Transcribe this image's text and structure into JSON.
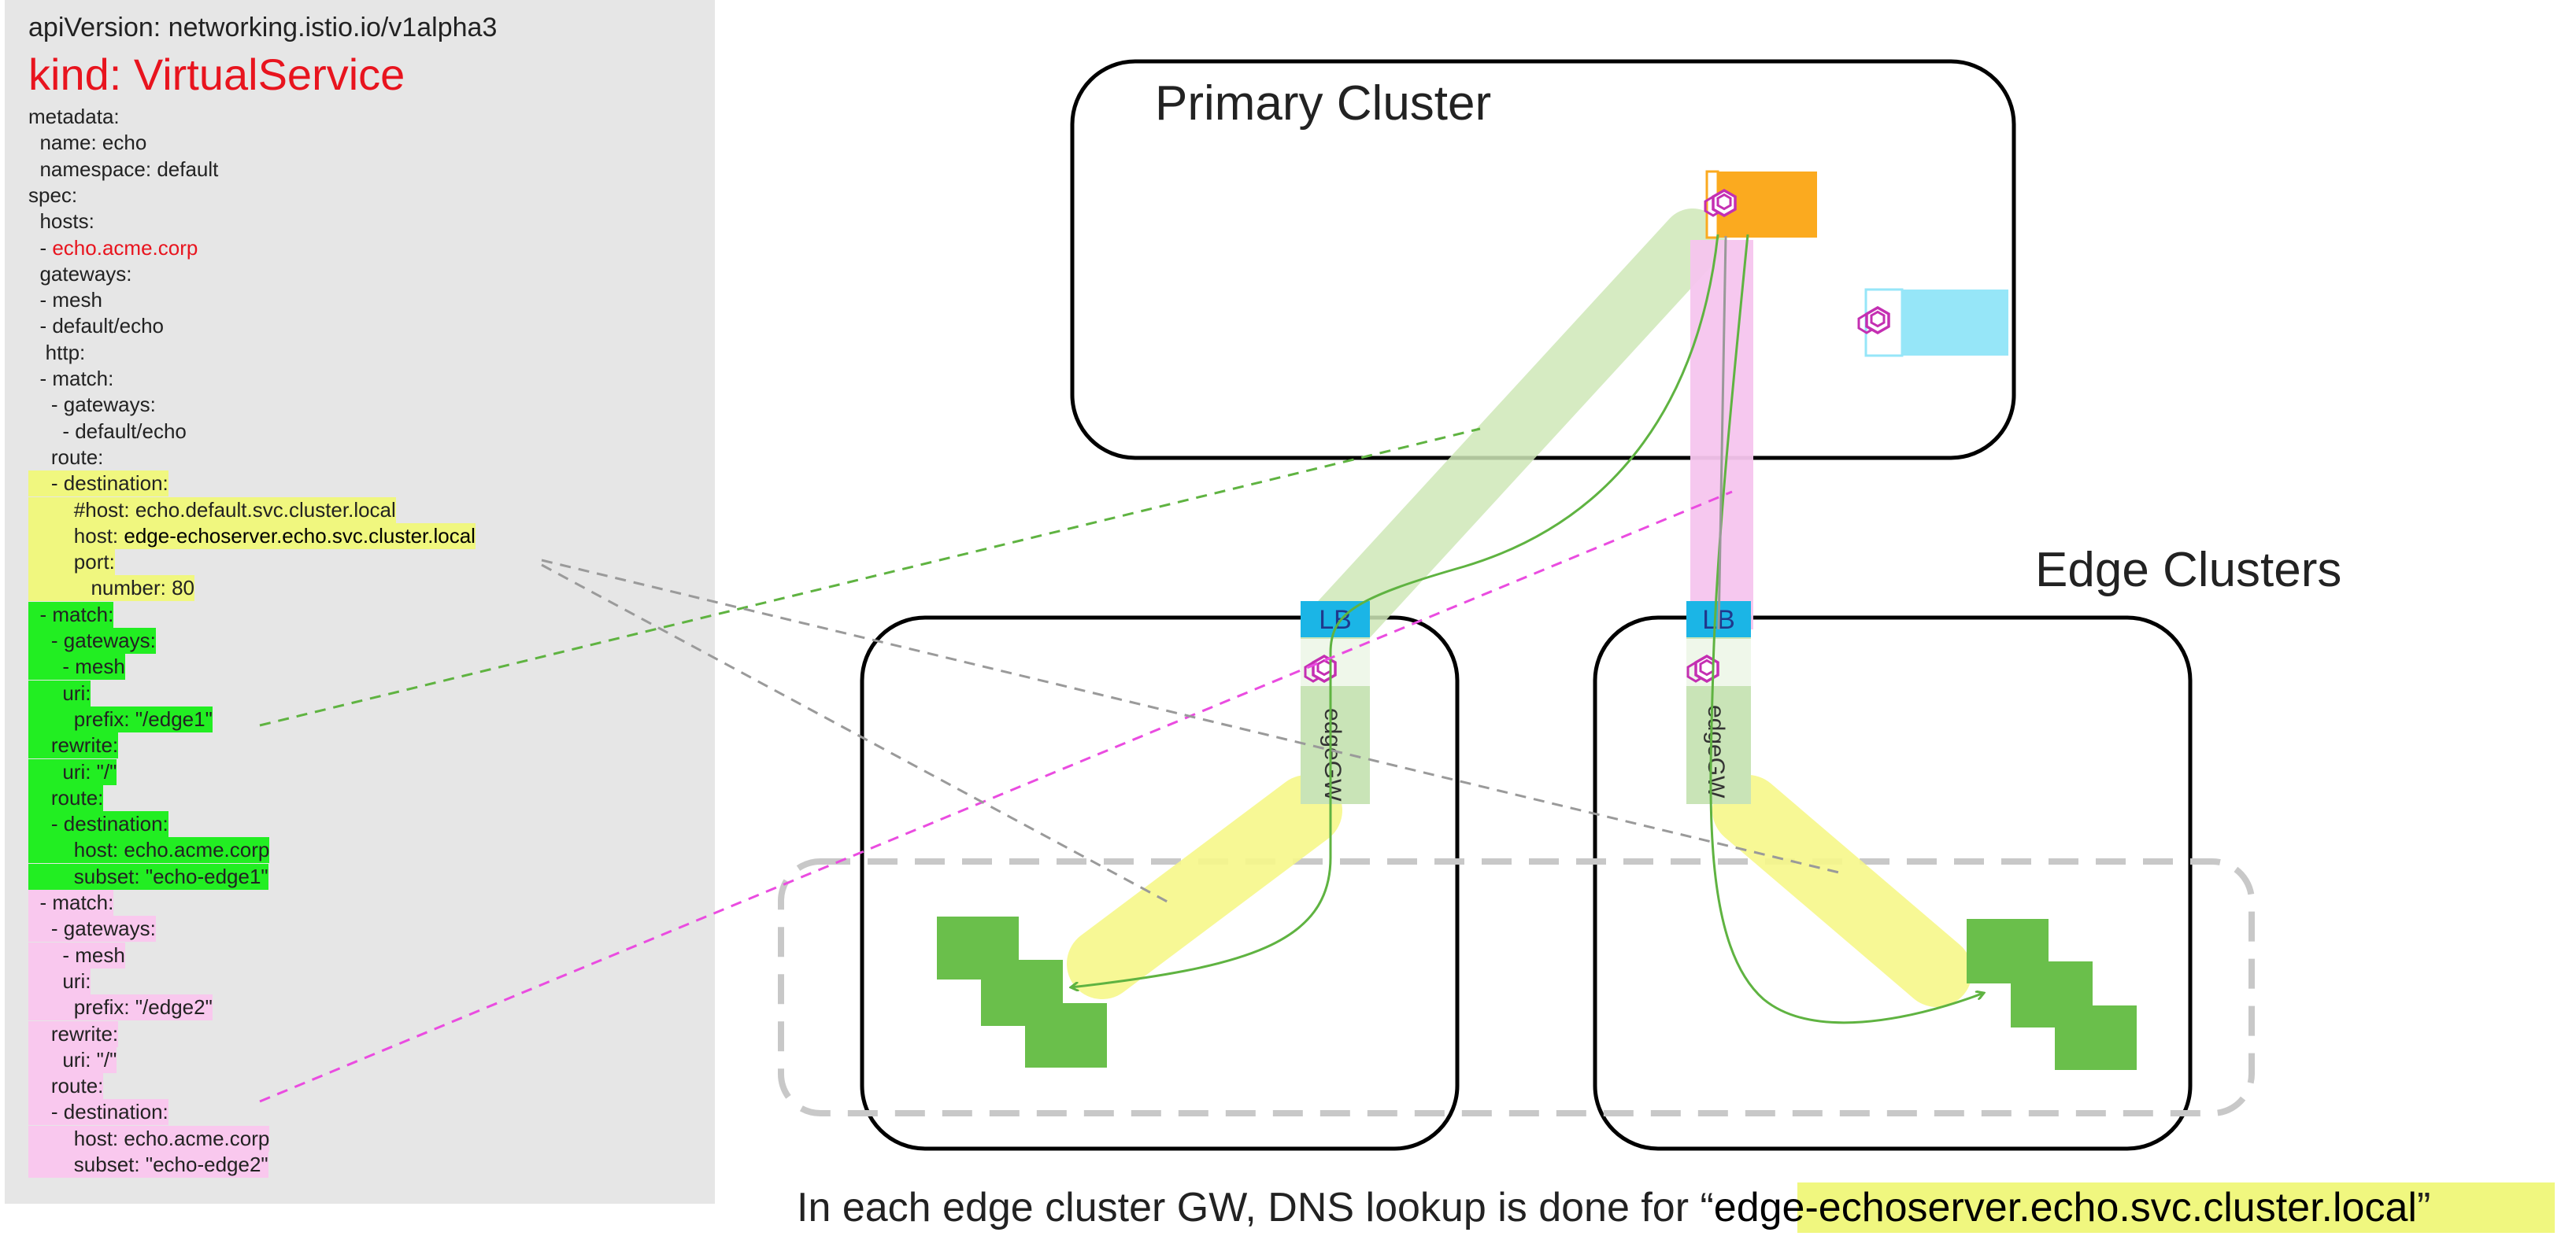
{
  "yaml": {
    "header": "apiVersion: networking.istio.io/v1alpha3",
    "kind": "kind: VirtualService",
    "lines": [
      {
        "text": "metadata:",
        "hl": ""
      },
      {
        "text": "  name: echo",
        "hl": ""
      },
      {
        "text": "  namespace: default",
        "hl": ""
      },
      {
        "text": "spec:",
        "hl": ""
      },
      {
        "text": "  hosts:",
        "hl": ""
      },
      {
        "text": "  - ",
        "red": "echo.acme.corp",
        "hl": ""
      },
      {
        "text": "  gateways:",
        "hl": ""
      },
      {
        "text": "  - mesh",
        "hl": ""
      },
      {
        "text": "  - default/echo",
        "hl": ""
      },
      {
        "text": "   http:",
        "hl": ""
      },
      {
        "text": "  - match:",
        "hl": ""
      },
      {
        "text": "    - gateways:",
        "hl": ""
      },
      {
        "text": "      - default/echo",
        "hl": ""
      },
      {
        "text": "    route:",
        "hl": ""
      },
      {
        "text": "    - destination:",
        "hl": "yellow"
      },
      {
        "text": "        #host: echo.default.svc.cluster.local",
        "hl": "yellow"
      },
      {
        "text": "        host: ",
        "dark": "edge-echoserver.echo.svc.cluster.local",
        "hl": "yellow"
      },
      {
        "text": "        port:",
        "hl": "yellow"
      },
      {
        "text": "           number: 80",
        "hl": "yellow"
      },
      {
        "text": "  - match:",
        "hl": "green"
      },
      {
        "text": "    - gateways:",
        "hl": "green"
      },
      {
        "text": "      - mesh",
        "hl": "green"
      },
      {
        "text": "      uri:",
        "hl": "green"
      },
      {
        "text": "        prefix: \"/edge1\"",
        "hl": "green"
      },
      {
        "text": "    rewrite:",
        "hl": "green"
      },
      {
        "text": "      uri: \"/\"",
        "hl": "green"
      },
      {
        "text": "    route:",
        "hl": "green"
      },
      {
        "text": "    - destination:",
        "hl": "green"
      },
      {
        "text": "        host: echo.acme.corp",
        "hl": "green"
      },
      {
        "text": "        subset: \"echo-edge1\"",
        "hl": "green"
      },
      {
        "text": "  - match:",
        "hl": "pink"
      },
      {
        "text": "    - gateways:",
        "hl": "pink"
      },
      {
        "text": "      - mesh",
        "hl": "pink"
      },
      {
        "text": "      uri:",
        "hl": "pink"
      },
      {
        "text": "        prefix: \"/edge2\"",
        "hl": "pink"
      },
      {
        "text": "    rewrite:",
        "hl": "pink"
      },
      {
        "text": "      uri: \"/\"",
        "hl": "pink"
      },
      {
        "text": "    route:",
        "hl": "pink"
      },
      {
        "text": "    - destination:",
        "hl": "pink"
      },
      {
        "text": "        host: echo.acme.corp",
        "hl": "pink"
      },
      {
        "text": "        subset: \"echo-edge2\"",
        "hl": "pink"
      }
    ]
  },
  "diagram": {
    "primary_cluster_label": "Primary Cluster",
    "edge_clusters_label": "Edge Clusters",
    "lb_label": "LB",
    "edge_gw_label": "edgeGW",
    "caption_prefix": "In each edge cluster GW, DNS lookup is done for “",
    "caption_highlight": "edge-echoserver.echo.svc.cluster.local",
    "caption_suffix": "”"
  },
  "colors": {
    "yellow_highlight": "#f0f77f",
    "green_highlight": "#22ee22",
    "pink_highlight": "#f9c8ee",
    "red_text": "#e8141e",
    "lb_blue": "#1bb5e6",
    "orange_service": "#fbaa1f",
    "light_blue_service": "#96e6f8",
    "workload_green": "#6abf4b",
    "envoy_magenta": "#c42fb2"
  }
}
